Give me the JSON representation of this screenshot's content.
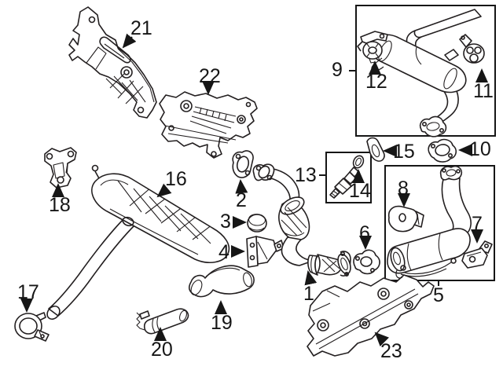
{
  "diagram": {
    "description": "Exploded parts diagram of a vehicle exhaust system with numbered callouts",
    "background_color": "#ffffff",
    "line_color": "#231f20",
    "callouts": [
      "1",
      "2",
      "3",
      "4",
      "5",
      "6",
      "7",
      "8",
      "9",
      "10",
      "11",
      "12",
      "13",
      "14",
      "15",
      "16",
      "17",
      "18",
      "19",
      "20",
      "21",
      "22",
      "23"
    ]
  }
}
